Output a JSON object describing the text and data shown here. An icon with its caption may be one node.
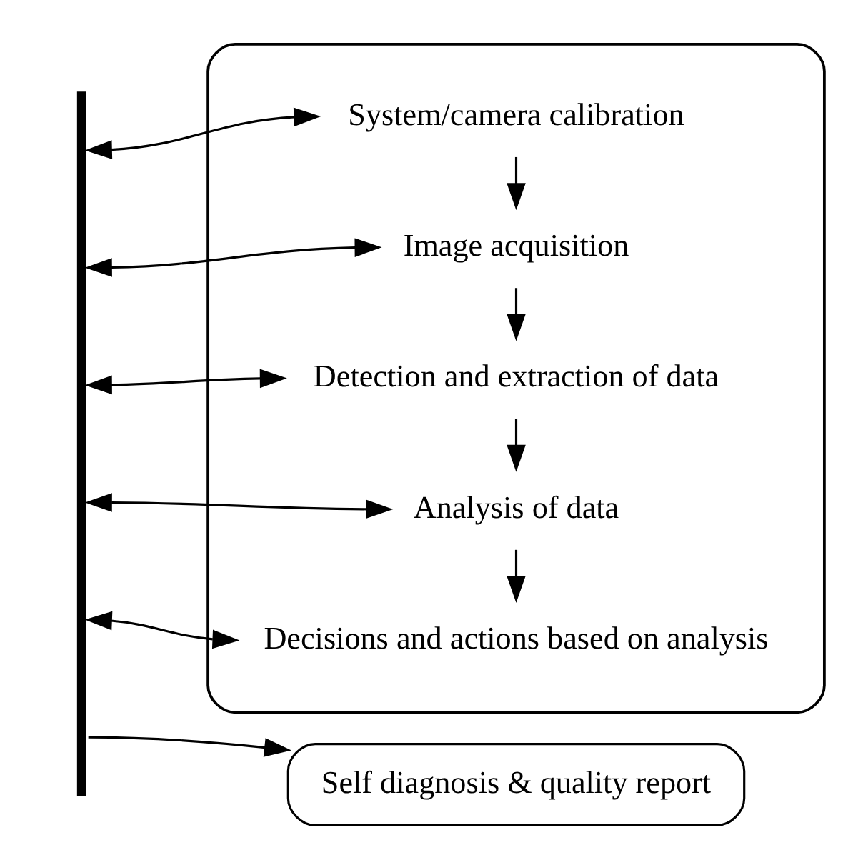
{
  "diagram": {
    "nodes": [
      {
        "text": [],
        "shape": "box"
      },
      {
        "text": [
          "System/camera calibration"
        ],
        "in": 0
      },
      {
        "text": [
          "Image acquisition"
        ],
        "in": 0
      },
      {
        "text": [
          "Detection and extraction of data"
        ],
        "in": 0
      },
      {
        "text": [
          "Analysis of data"
        ],
        "in": 0
      },
      {
        "text": [
          "Decisions and actions based on analysis"
        ],
        "in": 0
      },
      {
        "text": [],
        "shape": "bar"
      },
      {
        "text": [
          "Self diagnosis & quality report"
        ]
      }
    ],
    "edges": [
      {
        "from": 1,
        "to": 2,
        "arrow": "to"
      },
      {
        "from": 2,
        "to": 3,
        "arrow": "to"
      },
      {
        "from": 3,
        "to": 4,
        "arrow": "to"
      },
      {
        "from": 4,
        "to": 5,
        "arrow": "to"
      },
      {
        "from": 6,
        "to": 1,
        "arrow": "both"
      },
      {
        "from": 6,
        "to": 2,
        "arrow": "both"
      },
      {
        "from": 6,
        "to": 3,
        "arrow": "both"
      },
      {
        "from": 6,
        "to": 4,
        "arrow": "both"
      },
      {
        "from": 6,
        "to": 5,
        "arrow": "both"
      },
      {
        "from": 6,
        "to": 7,
        "arrow": "to"
      }
    ]
  }
}
